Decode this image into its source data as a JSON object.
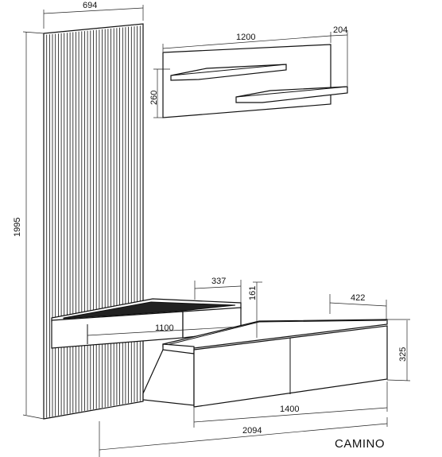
{
  "title": "CAMINO",
  "dimensions": {
    "panel_width": "694",
    "panel_height": "1995",
    "shelf_width": "1200",
    "shelf_depth": "204",
    "shelf_height": "260",
    "top_cabinet_depth": "337",
    "top_cabinet_height": "161",
    "top_cabinet_width": "1100",
    "base_depth": "422",
    "base_height": "325",
    "base_width": "1400",
    "total_width": "2094"
  },
  "colors": {
    "line": "#111111",
    "background": "#ffffff"
  }
}
